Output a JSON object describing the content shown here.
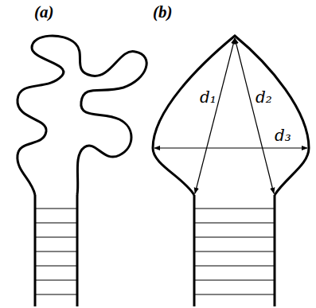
{
  "diagram": {
    "labels": [
      "(a)",
      "(b)",
      "d₁",
      "d₂",
      "d₃"
    ]
  }
}
